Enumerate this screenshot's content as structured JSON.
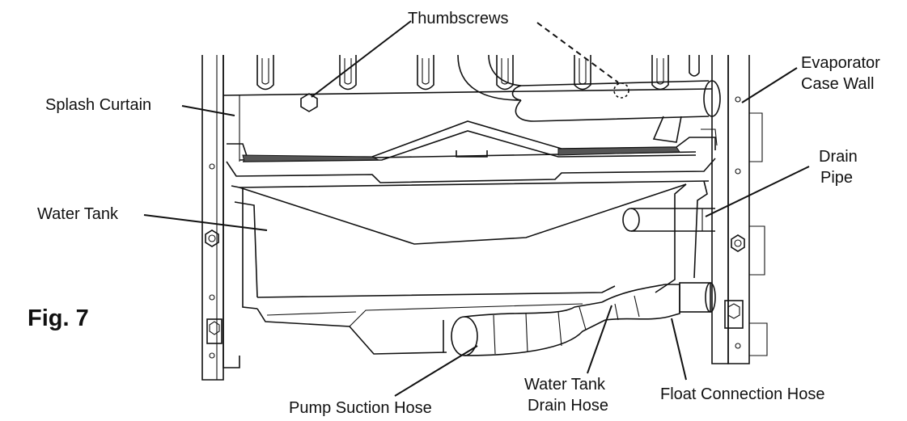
{
  "figure": {
    "label": "Fig. 7"
  },
  "labels": {
    "thumbscrews": "Thumbscrews",
    "evaporator_line1": "Evaporator",
    "evaporator_line2": "Case Wall",
    "splash_curtain": "Splash Curtain",
    "drain_pipe_line1": "Drain",
    "drain_pipe_line2": "Pipe",
    "water_tank": "Water Tank",
    "pump_suction_hose": "Pump Suction Hose",
    "water_tank_drain_line1": "Water Tank",
    "water_tank_drain_line2": "Drain Hose",
    "float_connection_hose": "Float Connection Hose"
  },
  "colors": {
    "line": "#111111",
    "background": "#ffffff"
  }
}
